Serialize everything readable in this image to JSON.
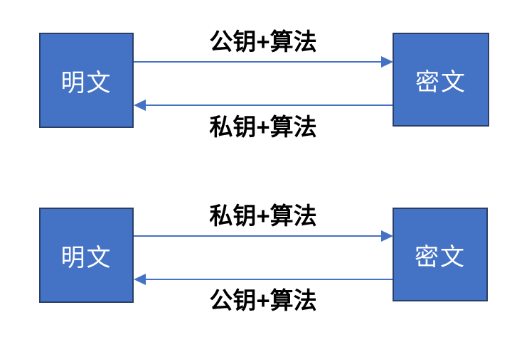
{
  "colors": {
    "box_fill": "#4472c4",
    "box_border": "#2a3f66",
    "arrow": "#4472c4",
    "box_text": "#ffffff",
    "label_text": "#000000",
    "background": "#ffffff"
  },
  "diagram": {
    "type": "encryption-flow",
    "sections": [
      {
        "left_box": "明文",
        "right_box": "密文",
        "top_arrow_label": "公钥+算法",
        "top_arrow_direction": "right",
        "bottom_arrow_label": "私钥+算法",
        "bottom_arrow_direction": "left"
      },
      {
        "left_box": "明文",
        "right_box": "密文",
        "top_arrow_label": "私钥+算法",
        "top_arrow_direction": "right",
        "bottom_arrow_label": "公钥+算法",
        "bottom_arrow_direction": "left"
      }
    ]
  }
}
